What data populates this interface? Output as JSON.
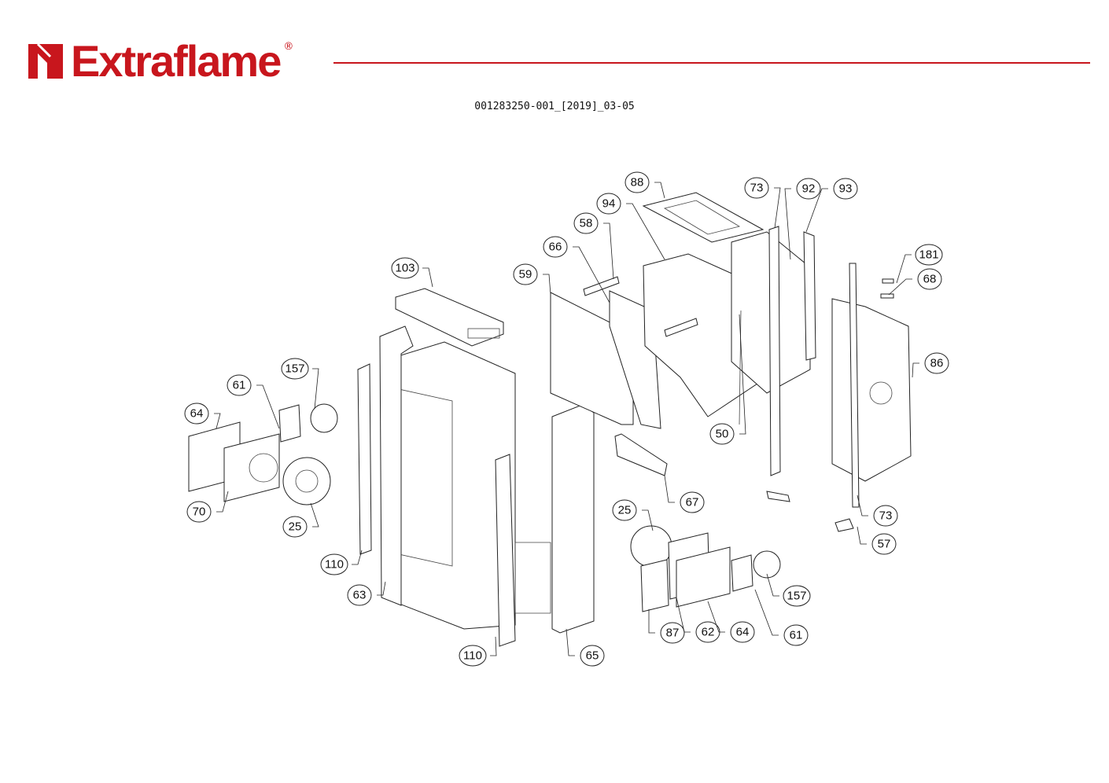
{
  "header": {
    "brand": "Extraflame",
    "registered_mark": "®",
    "brand_color": "#c8161d",
    "document_id": "001283250-001_[2019]_03-05"
  },
  "callouts": [
    "88",
    "94",
    "58",
    "66",
    "59",
    "103",
    "73",
    "92",
    "93",
    "181",
    "68",
    "86",
    "50",
    "157",
    "61",
    "64",
    "70",
    "25",
    "110",
    "63",
    "110",
    "65",
    "67",
    "25",
    "73",
    "57",
    "157",
    "87",
    "62",
    "64",
    "61"
  ]
}
